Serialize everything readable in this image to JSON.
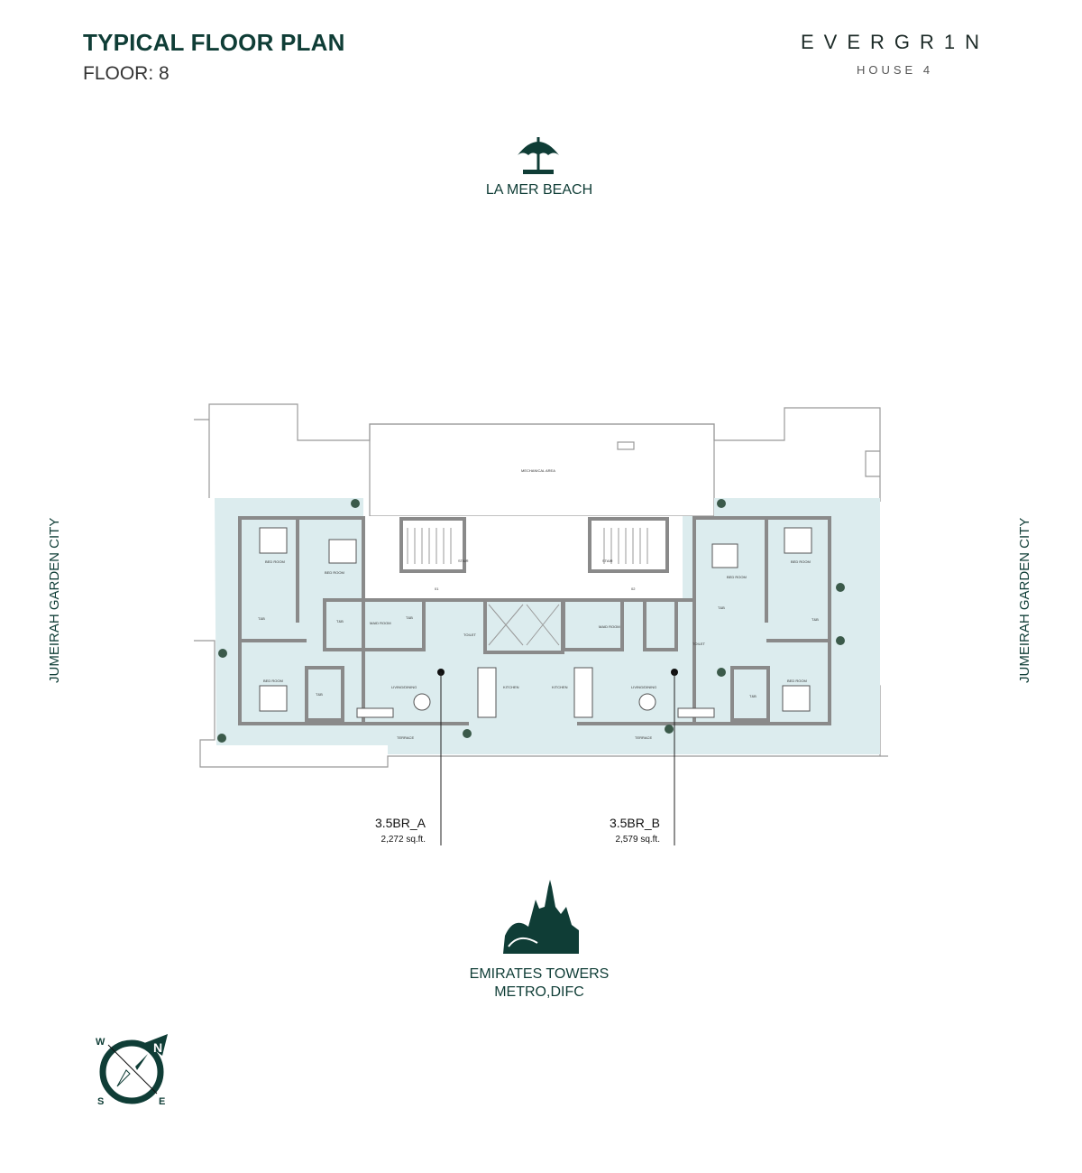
{
  "header": {
    "title": "TYPICAL FLOOR PLAN",
    "floor": "FLOOR: 8"
  },
  "brand": {
    "name": "EVERGR1N",
    "subtitle": "HOUSE 4"
  },
  "directions": {
    "north": "LA MER BEACH",
    "south_line1": "EMIRATES TOWERS",
    "south_line2": "METRO,DIFC",
    "west": "JUMEIRAH GARDEN CITY",
    "east": "JUMEIRAH GARDEN CITY"
  },
  "units": [
    {
      "name": "3.5BR_A",
      "area": "2,272 sq.ft."
    },
    {
      "name": "3.5BR_B",
      "area": "2,579 sq.ft."
    }
  ],
  "rooms": {
    "mechanical": "MECHANICAL AREA",
    "stair": "STAIR",
    "bedroom": "BED ROOM",
    "tb": "T&B",
    "maid": "MAID ROOM",
    "toilet": "TOILET",
    "living": "LIVING/DINING",
    "kitchen": "KITCHEN",
    "terrace": "TERRACE",
    "lift1": "01",
    "lift2": "02"
  },
  "compass": {
    "n": "N",
    "s": "S",
    "e": "E",
    "w": "W"
  },
  "colors": {
    "brand": "#0f3d36",
    "terrace": "#dcecee",
    "wall": "#8a8a8a"
  }
}
